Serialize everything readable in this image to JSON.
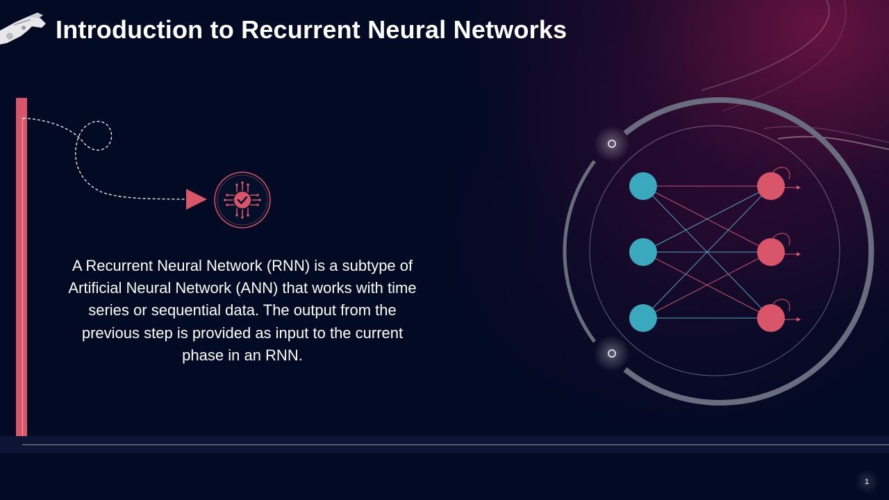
{
  "title": "Introduction to Recurrent Neural Networks",
  "body_text": "A Recurrent Neural Network (RNN) is a subtype of Artificial Neural Network (ANN) that works with time series or sequential data. The output from the previous step is provided as input to the current phase in an RNN.",
  "page_number": "1",
  "colors": {
    "background": "#020a24",
    "accent_red": "#d9566a",
    "input_node": "#3aa9bd",
    "output_node": "#d9566a"
  },
  "icons": {
    "header": "robot-hand-icon",
    "badge": "chip-check-icon",
    "arrow": "play-triangle-icon"
  }
}
